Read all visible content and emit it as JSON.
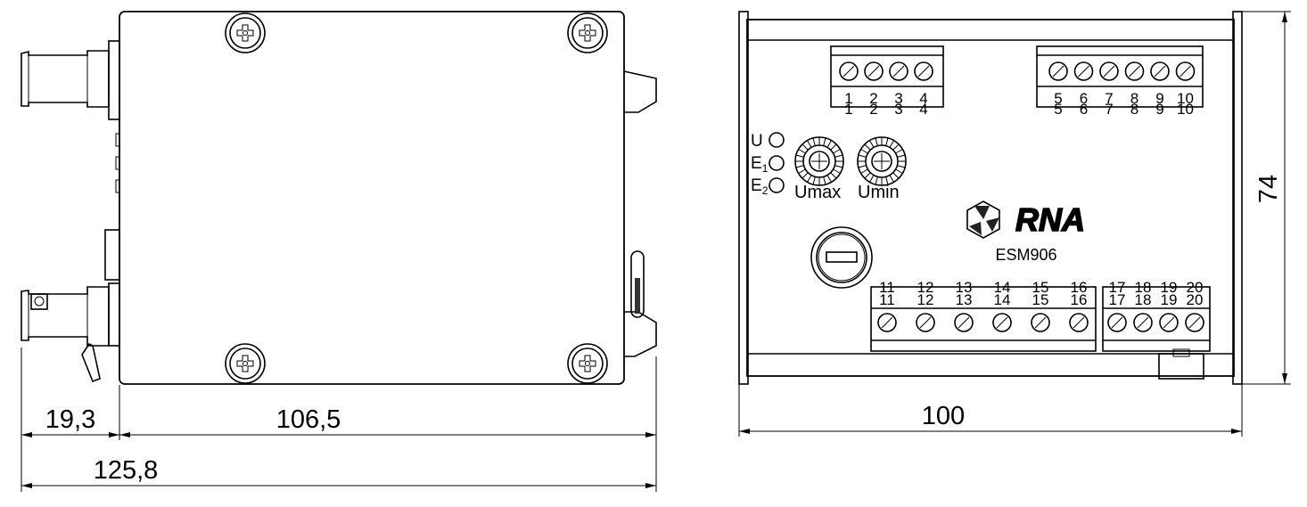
{
  "side_view": {
    "dims": {
      "left_offset": "19,3",
      "body_depth": "106,5",
      "total_depth": "125,8"
    }
  },
  "front_view": {
    "top_left_terminals": [
      "1",
      "2",
      "3",
      "4"
    ],
    "top_right_terminals": [
      "5",
      "6",
      "7",
      "8",
      "9",
      "10"
    ],
    "bottom_left_terminals": [
      "11",
      "12",
      "13",
      "14",
      "15",
      "16"
    ],
    "bottom_right_terminals": [
      "17",
      "18",
      "19",
      "20"
    ],
    "leds": {
      "u": "U",
      "e1_base": "E",
      "e1_sub": "1",
      "e2_base": "E",
      "e2_sub": "2"
    },
    "knobs": {
      "umax": "Umax",
      "umin": "Umin"
    },
    "brand": "RNA",
    "model": "ESM906",
    "dims": {
      "width": "100",
      "height": "74"
    }
  }
}
